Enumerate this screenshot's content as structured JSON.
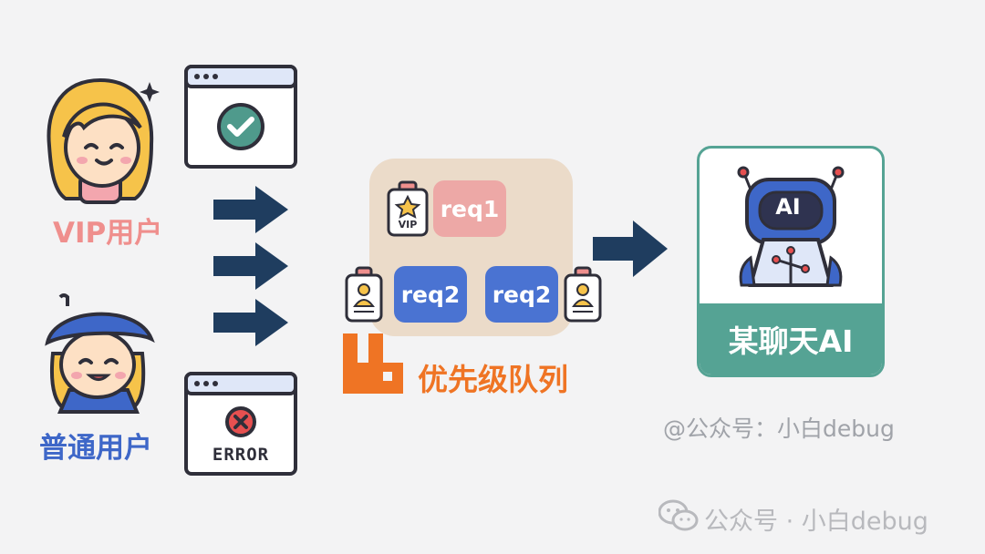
{
  "users": {
    "vip_label": "VIP用户",
    "normal_label": "普通用户"
  },
  "windows": {
    "error_text": "ERROR"
  },
  "queue": {
    "label": "优先级队列",
    "requests": [
      {
        "label": "req1",
        "priority": "VIP"
      },
      {
        "label": "req2",
        "priority": "normal"
      },
      {
        "label": "req2",
        "priority": "normal"
      }
    ],
    "vip_badge_text": "VIP"
  },
  "ai": {
    "name": "某聊天AI",
    "face_text": "AI"
  },
  "credit": "@公众号：小白debug",
  "watermark": {
    "text": "公众号 · 小白debug",
    "icon": "wechat-icon"
  },
  "colors": {
    "background": "#f3f3f4",
    "vip": "#ef8f8d",
    "normal": "#3e67c8",
    "queue_box": "#ebdbc9",
    "queue_label": "#ef7424",
    "arrow": "#1f3d5f",
    "ai_accent": "#55a394"
  }
}
